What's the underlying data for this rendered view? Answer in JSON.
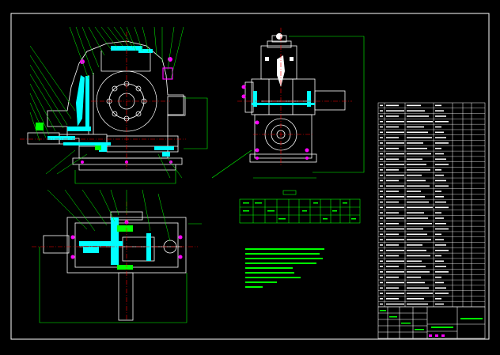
{
  "drawing": {
    "background_color": "#000000",
    "frame_color": "#ffffff",
    "geometry_color": "#ffffff",
    "section_color": "#00ffff",
    "leader_color": "#00ff00",
    "centerline_color": "#ff0000",
    "highlight_color": "#ff00ff"
  },
  "views": {
    "front_section": {
      "name": "front-section-view"
    },
    "side_view": {
      "name": "side-view"
    },
    "top_section": {
      "name": "top-section-view"
    }
  },
  "tables": {
    "parameter_table": {
      "name": "gear-parameter-table"
    },
    "technical_notes": {
      "name": "technical-requirements-notes",
      "line_count": 9
    },
    "parts_list": {
      "name": "parts-list",
      "row_count": 38
    },
    "title_block": {
      "name": "title-block"
    }
  }
}
